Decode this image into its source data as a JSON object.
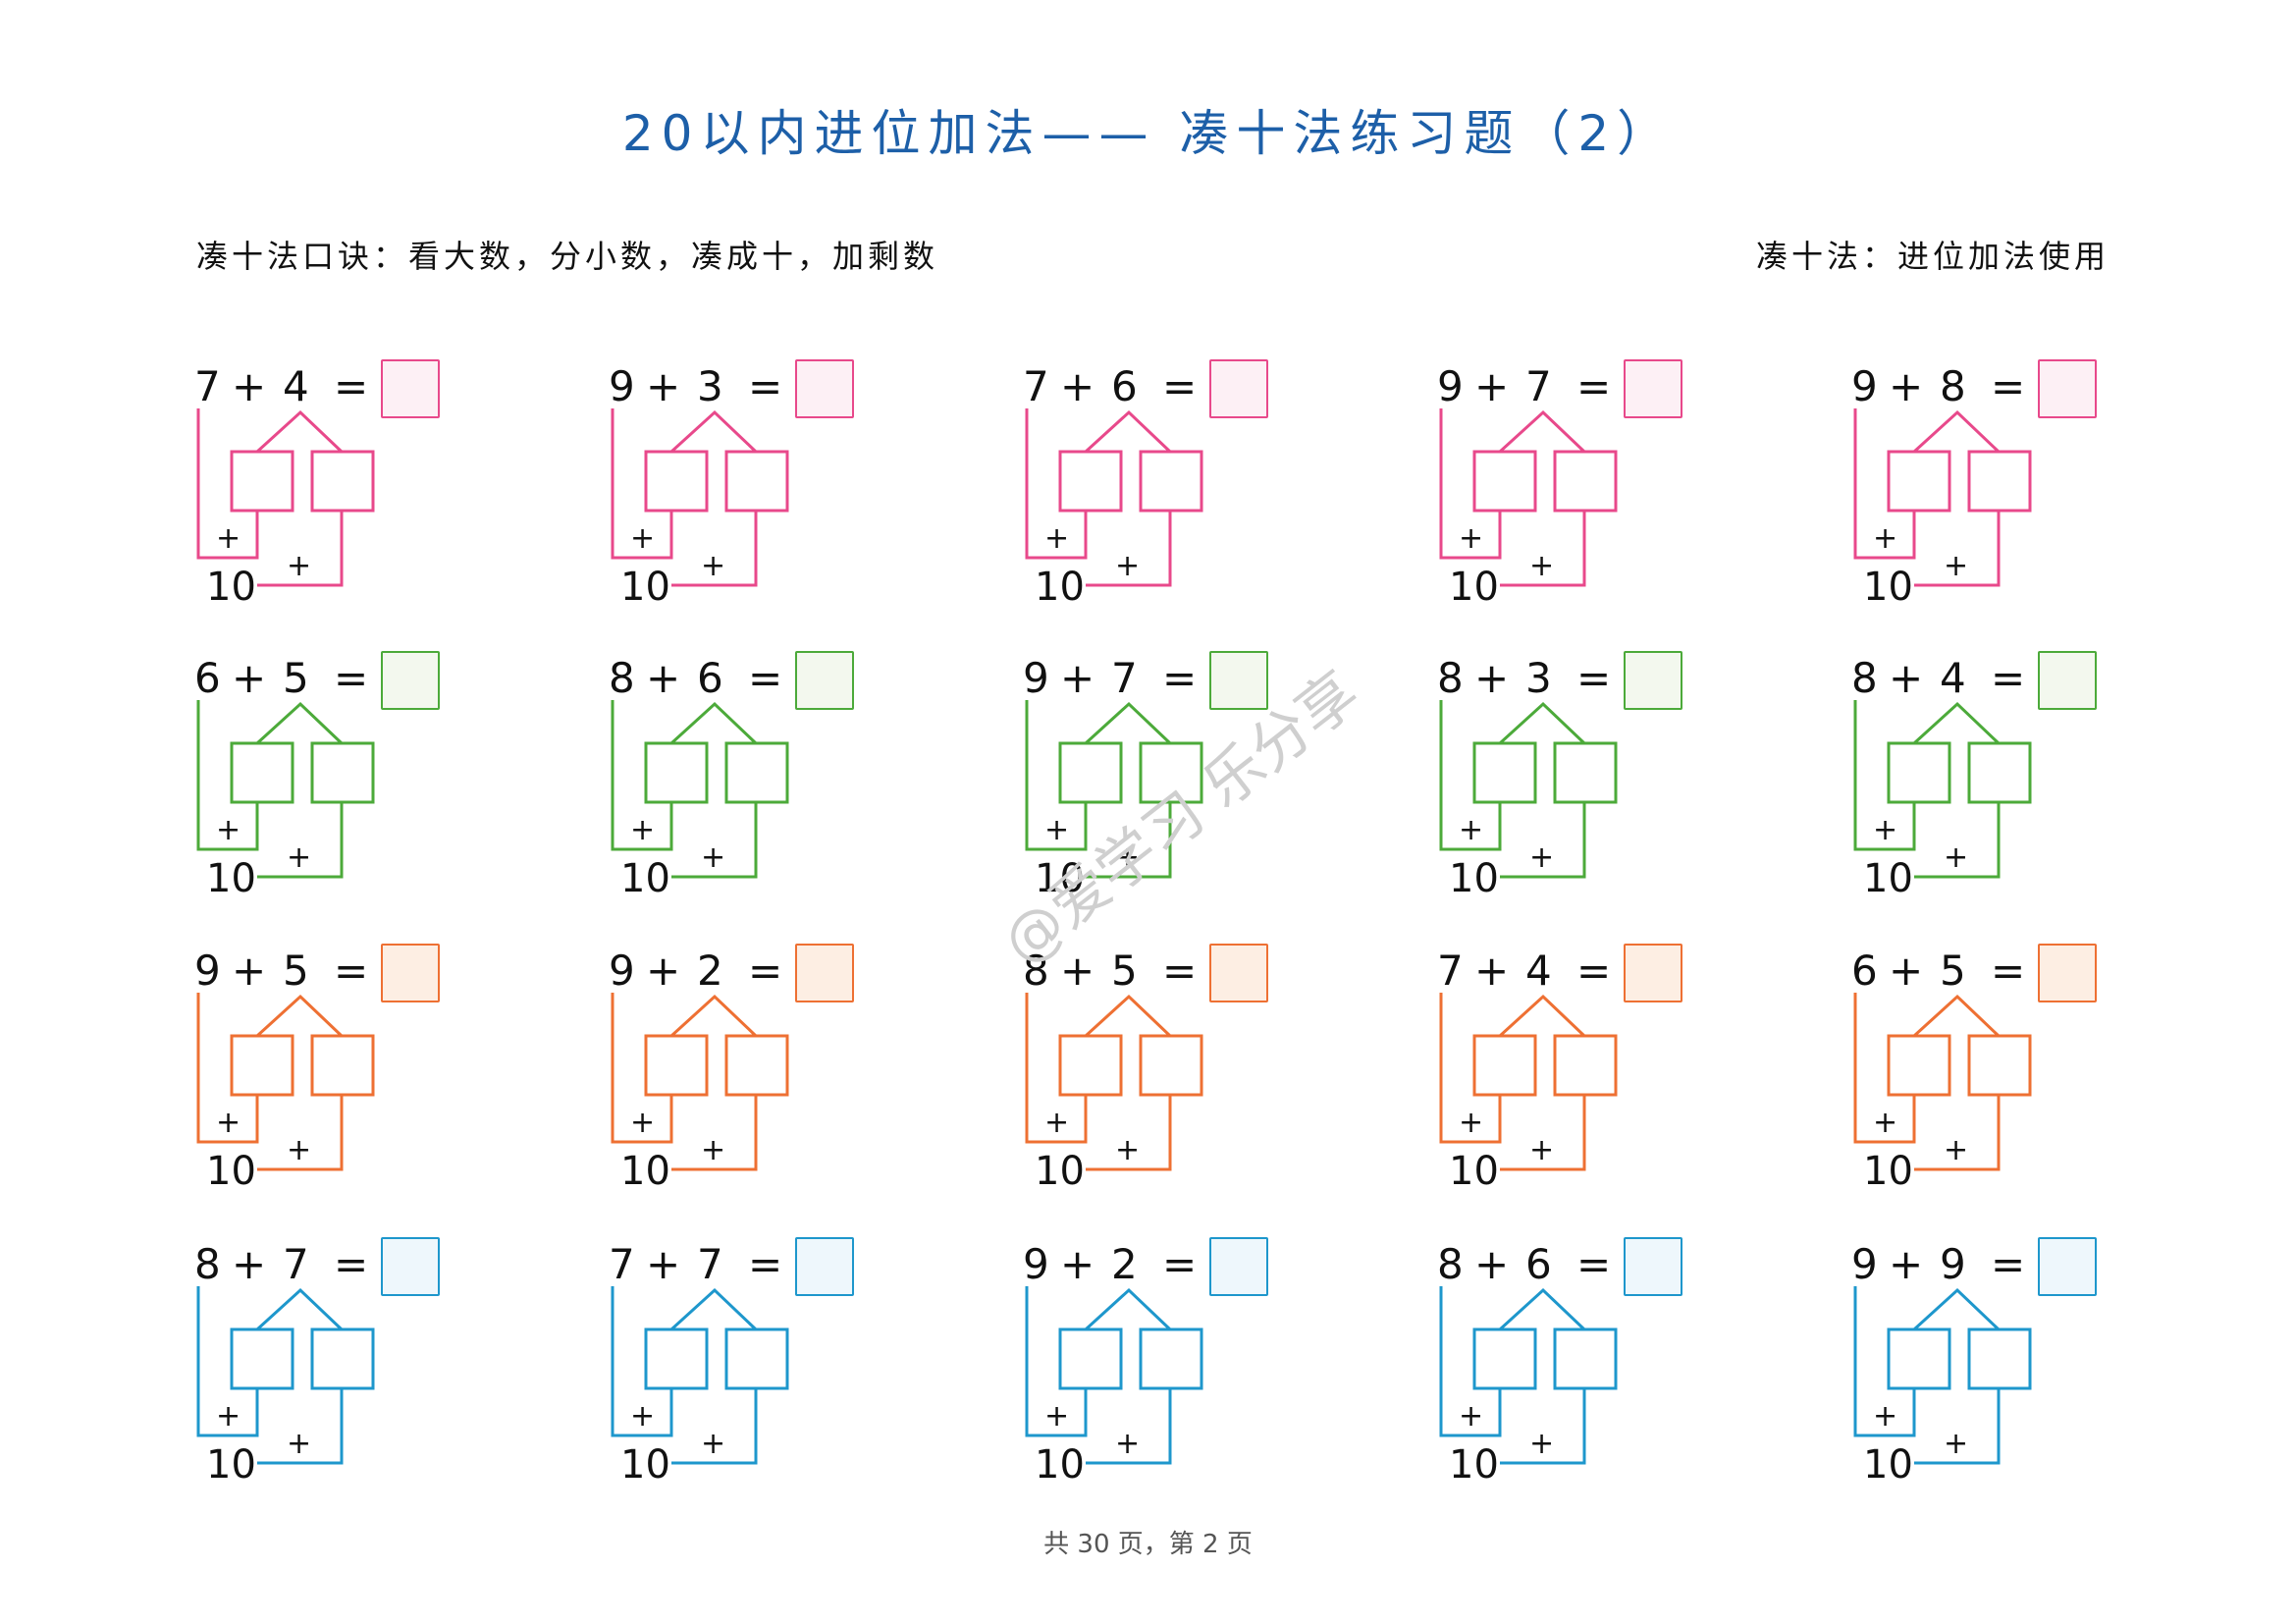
{
  "title": "20以内进位加法—— 凑十法练习题（2）",
  "rhyme": "凑十法口诀：看大数，分小数，凑成十，加剩数",
  "usage": "凑十法：进位加法使用",
  "ten_label": "10",
  "plus_sign": "+",
  "equals_sign": "=",
  "row_colors": [
    "#e8498b",
    "#4caa3a",
    "#ee7033",
    "#1e97cc"
  ],
  "row_fills": [
    "#fdf0f5",
    "#f3f8ee",
    "#fdeee3",
    "#eef7fc"
  ],
  "rows": [
    [
      {
        "a": "7",
        "b": "4"
      },
      {
        "a": "9",
        "b": "3"
      },
      {
        "a": "7",
        "b": "6"
      },
      {
        "a": "9",
        "b": "7"
      },
      {
        "a": "9",
        "b": "8"
      }
    ],
    [
      {
        "a": "6",
        "b": "5"
      },
      {
        "a": "8",
        "b": "6"
      },
      {
        "a": "9",
        "b": "7"
      },
      {
        "a": "8",
        "b": "3"
      },
      {
        "a": "8",
        "b": "4"
      }
    ],
    [
      {
        "a": "9",
        "b": "5"
      },
      {
        "a": "9",
        "b": "2"
      },
      {
        "a": "8",
        "b": "5"
      },
      {
        "a": "7",
        "b": "4"
      },
      {
        "a": "6",
        "b": "5"
      }
    ],
    [
      {
        "a": "8",
        "b": "7"
      },
      {
        "a": "7",
        "b": "7"
      },
      {
        "a": "9",
        "b": "2"
      },
      {
        "a": "8",
        "b": "6"
      },
      {
        "a": "9",
        "b": "9"
      }
    ]
  ],
  "watermark": "@爱学习 乐分享",
  "footer": "共 30 页，第 2 页"
}
